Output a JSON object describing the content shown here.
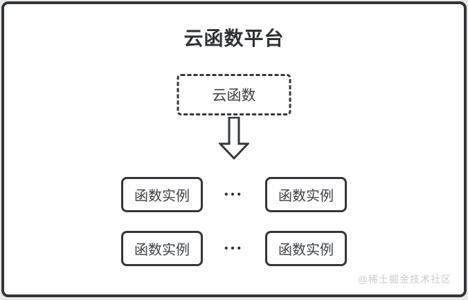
{
  "diagram": {
    "title": "云函数平台",
    "root_node": {
      "label": "云函数"
    },
    "arrow_icon": "down-hollow-arrow",
    "instance_rows": [
      {
        "left_label": "函数实例",
        "ellipsis": "•••",
        "right_label": "函数实例"
      },
      {
        "left_label": "函数实例",
        "ellipsis": "•••",
        "right_label": "函数实例"
      }
    ],
    "watermark": "@稀土掘金技术社区",
    "colors": {
      "border": "#313439",
      "node_text": "#3a3f45",
      "title_text": "#2e3237",
      "panel_bg": "#fefefe",
      "canvas_bg": "#e9e9e9",
      "watermark_text": "#cbcbcb"
    }
  }
}
